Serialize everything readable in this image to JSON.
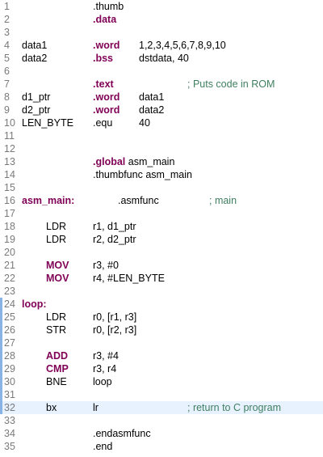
{
  "colors": {
    "keyword": "#7f0055",
    "comment": "#3f7f5f",
    "line_number": "#7a7a7a",
    "change_marker": "#8ab3e5",
    "highlight": "#e8f2fe"
  },
  "lines": [
    {
      "num": "1",
      "label": "",
      "op": ".thumb",
      "op_kind": "txt",
      "args": "",
      "comment": ""
    },
    {
      "num": "2",
      "label": "",
      "op": ".data",
      "op_kind": "kw",
      "args": "",
      "comment": ""
    },
    {
      "num": "3",
      "label": "",
      "op": "",
      "op_kind": "txt",
      "args": "",
      "comment": ""
    },
    {
      "num": "4",
      "label": "data1",
      "op": ".word",
      "op_kind": "kw",
      "args": "1,2,3,4,5,6,7,8,9,10",
      "comment": ""
    },
    {
      "num": "5",
      "label": "data2",
      "op": ".bss",
      "op_kind": "kw",
      "args": "dstdata, 40",
      "comment": ""
    },
    {
      "num": "6",
      "label": "",
      "op": "",
      "op_kind": "txt",
      "args": "",
      "comment": ""
    },
    {
      "num": "7",
      "label": "",
      "op": ".text",
      "op_kind": "kw",
      "args": "",
      "comment": "; Puts code in ROM",
      "comment_col": "a"
    },
    {
      "num": "8",
      "label": "d1_ptr",
      "op": ".word",
      "op_kind": "kw",
      "args": "data1",
      "comment": ""
    },
    {
      "num": "9",
      "label": "d2_ptr",
      "op": ".word",
      "op_kind": "kw",
      "args": "data2",
      "comment": ""
    },
    {
      "num": "10",
      "label": "LEN_BYTE",
      "op": ".equ",
      "op_kind": "txt",
      "args": "40",
      "comment": ""
    },
    {
      "num": "11",
      "label": "",
      "op": "",
      "op_kind": "txt",
      "args": "",
      "comment": ""
    },
    {
      "num": "12",
      "label": "",
      "op": "",
      "op_kind": "txt",
      "args": "",
      "comment": ""
    },
    {
      "num": "13",
      "label": "",
      "op": ".global asm_main",
      "op_kind": "kwmix",
      "args": "",
      "comment": ""
    },
    {
      "num": "14",
      "label": "",
      "op": ".thumbfunc asm_main",
      "op_kind": "txt",
      "args": "",
      "comment": ""
    },
    {
      "num": "15",
      "label": "",
      "op": "",
      "op_kind": "txt",
      "args": "",
      "comment": ""
    },
    {
      "num": "16",
      "label": "asm_main:",
      "label_kind": "bold",
      "op": ".asmfunc",
      "op_kind": "txt",
      "op_col": "b",
      "args": "",
      "comment": "; main",
      "comment_col": "b"
    },
    {
      "num": "17",
      "label": "",
      "op": "",
      "op_kind": "txt",
      "args": "",
      "comment": ""
    },
    {
      "num": "18",
      "label": "",
      "ins": "LDR",
      "ins_kind": "txt",
      "op": "r1, d1_ptr",
      "op_kind": "txt",
      "args": "",
      "comment": ""
    },
    {
      "num": "19",
      "label": "",
      "ins": "LDR",
      "ins_kind": "txt",
      "op": "r2, d2_ptr",
      "op_kind": "txt",
      "args": "",
      "comment": ""
    },
    {
      "num": "20",
      "label": "",
      "op": "",
      "op_kind": "txt",
      "args": "",
      "comment": ""
    },
    {
      "num": "21",
      "label": "",
      "ins": "MOV",
      "ins_kind": "kw",
      "op": "r3, #0",
      "op_kind": "txt",
      "args": "",
      "comment": ""
    },
    {
      "num": "22",
      "label": "",
      "ins": "MOV",
      "ins_kind": "kw",
      "op": "r4, #LEN_BYTE",
      "op_kind": "txt",
      "args": "",
      "comment": ""
    },
    {
      "num": "23",
      "label": "",
      "op": "",
      "op_kind": "txt",
      "args": "",
      "comment": ""
    },
    {
      "num": "24",
      "label": "loop:",
      "label_kind": "bold",
      "op": "",
      "op_kind": "txt",
      "args": "",
      "comment": "",
      "marker": true
    },
    {
      "num": "25",
      "label": "",
      "ins": "LDR",
      "ins_kind": "txt",
      "op": "r0, [r1, r3]",
      "op_kind": "txt",
      "args": "",
      "comment": "",
      "marker": true
    },
    {
      "num": "26",
      "label": "",
      "ins": "STR",
      "ins_kind": "txt",
      "op": "r0, [r2, r3]",
      "op_kind": "txt",
      "args": "",
      "comment": "",
      "marker": true
    },
    {
      "num": "27",
      "label": "",
      "op": "",
      "op_kind": "txt",
      "args": "",
      "comment": "",
      "marker": true
    },
    {
      "num": "28",
      "label": "",
      "ins": "ADD",
      "ins_kind": "kw",
      "op": "r3, #4",
      "op_kind": "txt",
      "args": "",
      "comment": "",
      "marker": true
    },
    {
      "num": "29",
      "label": "",
      "ins": "CMP",
      "ins_kind": "kw",
      "op": "r3, r4",
      "op_kind": "txt",
      "args": "",
      "comment": "",
      "marker": true
    },
    {
      "num": "30",
      "label": "",
      "ins": "BNE",
      "ins_kind": "txt",
      "op": "loop",
      "op_kind": "txt",
      "args": "",
      "comment": "",
      "marker": true
    },
    {
      "num": "31",
      "label": "",
      "op": "",
      "op_kind": "txt",
      "args": "",
      "comment": "",
      "marker": true
    },
    {
      "num": "32",
      "label": "",
      "ins": "bx",
      "ins_kind": "txt",
      "op": "lr",
      "op_kind": "txt",
      "args": "",
      "comment": "; return to C program",
      "comment_col": "a",
      "highlight": true,
      "marker": true
    },
    {
      "num": "33",
      "label": "",
      "op": "",
      "op_kind": "txt",
      "args": "",
      "comment": ""
    },
    {
      "num": "34",
      "label": "",
      "op": ".endasmfunc",
      "op_kind": "txt",
      "args": "",
      "comment": ""
    },
    {
      "num": "35",
      "label": "",
      "op": ".end",
      "op_kind": "txt",
      "args": "",
      "comment": ""
    }
  ]
}
